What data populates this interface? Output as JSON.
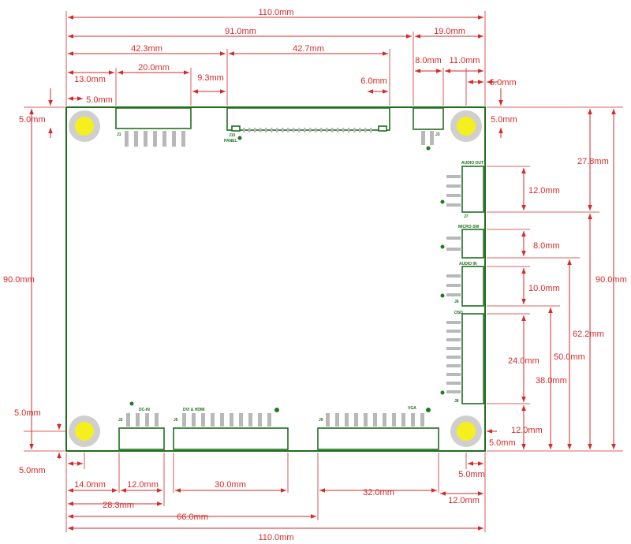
{
  "dimensions": {
    "overall_width_top": "110.0mm",
    "span_91": "91.0mm",
    "span_19": "19.0mm",
    "span_42_3": "42.3mm",
    "span_42_7": "42.7mm",
    "span_8": "8.0mm",
    "span_11": "11.0mm",
    "span_13": "13.0mm",
    "span_20": "20.0mm",
    "span_9_3": "9.3mm",
    "span_6": "6.0mm",
    "span_5_top_right": "5.0mm",
    "span_5_top_left": "5.0mm",
    "span_5_hole_top_left": "5.0mm",
    "span_5_hole_top_right": "5.0mm",
    "left_height_90": "90.0mm",
    "left_bottom_5": "5.0mm",
    "left_below_5": "5.0mm",
    "right_27_8": "27.8mm",
    "right_90": "90.0mm",
    "right_12_audio_out": "12.0mm",
    "right_8_micro": "8.0mm",
    "right_10_audio_in": "10.0mm",
    "right_62_2": "62.2mm",
    "right_24_osd": "24.0mm",
    "right_50": "50.0mm",
    "right_38": "38.0mm",
    "right_12_bottom": "12.0mm",
    "right_5_bottom": "5.0mm",
    "bottom_14": "14.0mm",
    "bottom_12_dcin": "12.0mm",
    "bottom_30": "30.0mm",
    "bottom_32": "32.0mm",
    "bottom_5": "5.0mm",
    "bottom_28_3": "28.3mm",
    "bottom_12_vga": "12.0mm",
    "bottom_66": "66.0mm",
    "overall_width_bottom": "110.0mm"
  },
  "connectors": {
    "j1": "J1",
    "j10": "J10",
    "panel": "PANEL",
    "j3": "J3",
    "j7": "J7",
    "audio_out": "AUDIO OUT",
    "micro_sw": "MICRO-SW",
    "audio_in": "AUDIO IN",
    "j6": "J6",
    "osd": "OSD",
    "j8": "J8",
    "j2": "J2",
    "dc_in": "DC-IN",
    "j5": "J5",
    "dvi_hdmi": "DVI & HDMI",
    "j9": "J9",
    "vga": "VGA"
  },
  "colors": {
    "dimension": "#d42a2a",
    "board_outline": "#1f6e1f",
    "mount_hole": "#f6ef1e",
    "pin": "#b8b8b8"
  }
}
